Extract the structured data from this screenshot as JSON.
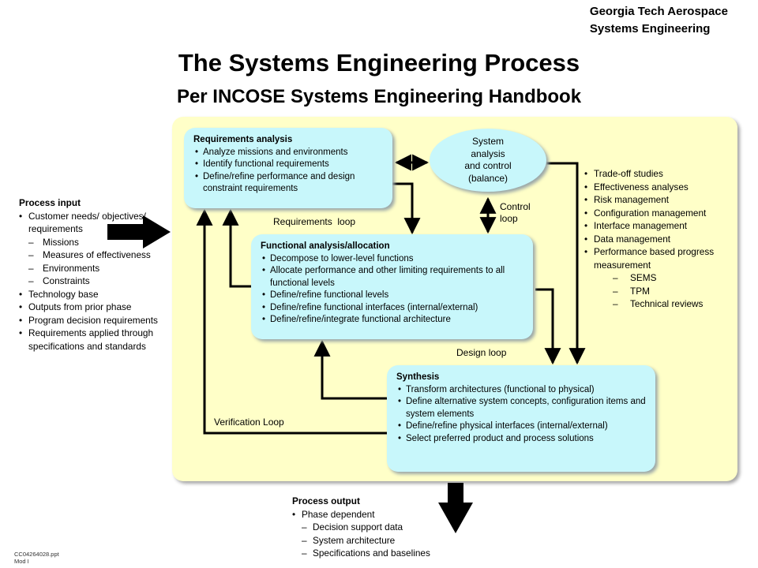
{
  "brand": {
    "line1": "Georgia Tech Aerospace",
    "line2": "Systems Engineering"
  },
  "title": "The Systems Engineering Process",
  "subtitle": "Per INCOSE Systems Engineering Handbook",
  "requirements_analysis": {
    "title": "Requirements analysis",
    "items": [
      "Analyze missions and environments",
      "Identify functional requirements",
      "Define/refine performance and design constraint requirements"
    ]
  },
  "system_analysis": {
    "line1": "System",
    "line2": "analysis",
    "line3": "and control",
    "line4": "(balance)"
  },
  "functional_analysis": {
    "title": "Functional analysis/allocation",
    "items": [
      "Decompose to lower-level functions",
      "Allocate performance and other limiting requirements to all functional levels",
      "Define/refine functional levels",
      "Define/refine functional interfaces (internal/external)",
      "Define/refine/integrate functional architecture"
    ]
  },
  "synthesis": {
    "title": "Synthesis",
    "items": [
      "Transform architectures (functional to physical)",
      "Define alternative system concepts, configuration items and system elements",
      "Define/refine physical interfaces (internal/external)",
      "Select preferred product and process solutions"
    ]
  },
  "loops": {
    "requirements": "Requirements  loop",
    "control_1": "Control",
    "control_2": "loop",
    "design": "Design loop",
    "verification": "Verification Loop"
  },
  "process_input": {
    "title": "Process input",
    "item1": "Customer needs/ objectives/ requirements",
    "sub": [
      "Missions",
      "Measures of effectiveness",
      "Environments",
      "Constraints"
    ],
    "items": [
      "Technology base",
      "Outputs from prior phase",
      "Program decision requirements",
      "Requirements applied through specifications and standards"
    ]
  },
  "control_activities": {
    "items": [
      "Trade-off studies",
      "Effectiveness analyses",
      "Risk management",
      "Configuration management",
      "Interface management",
      "Data management",
      "Performance based progress measurement"
    ],
    "sub": [
      "SEMS",
      "TPM",
      "Technical reviews"
    ]
  },
  "process_output": {
    "title": "Process output",
    "item": "Phase dependent",
    "sub": [
      "Decision support data",
      "System architecture",
      "Specifications and baselines"
    ]
  },
  "doc_id": {
    "line1": "CC04264028.ppt",
    "line2": "Mod I"
  }
}
